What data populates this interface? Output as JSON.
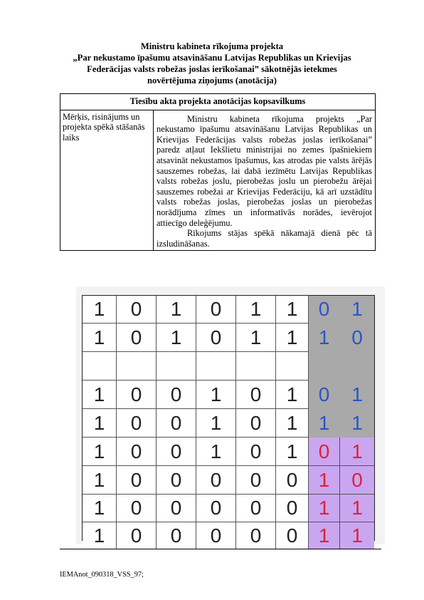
{
  "title_lines": [
    "Ministru kabineta rīkojuma projekta",
    "„Par nekustamo īpašumu atsavināšanu Latvijas Republikas un Krievijas",
    "Federācijas valsts robežas joslas ierīkošanai” sākotnējās ietekmes",
    "novērtējuma ziņojums (anotācija)"
  ],
  "table": {
    "header": "Tiesību akta projekta anotācijas kopsavilkums",
    "row_label": "Mērķis, risinājums un projekta spēkā stāšanās laiks",
    "paragraph_1": "Ministru kabineta rīkojuma projekts „Par nekustamo īpašumu atsavināšanu Latvijas Republikas un Krievijas Federācijas valsts robežas joslas ierīkošanai” paredz atļaut Iekšlietu ministrijai no zemes īpašniekiem atsavināt nekustamos īpašumus, kas atrodas pie valsts ārējās sauszemes robežas, lai dabā iezīmētu Latvijas Republikas valsts robežas joslu, pierobežas joslu un pierobežu ārējai sauszemes robežai ar Krievijas Federāciju, kā arī uzstādītu valsts robežas joslas, pierobežas joslas un pierobežas norādījuma zīmes un informatīvās norādes, ievērojot attiecīgo deleģējumu.",
    "paragraph_2": "Rīkojums stājas spēkā nākamajā dienā pēc tā izsludināšanas."
  },
  "grid": {
    "colors": {
      "gray": "#a9a9a9",
      "violet": "#caa6f0",
      "blue_digit": "#2a55c8",
      "red_digit": "#e0203a"
    },
    "rows": [
      {
        "cells": [
          "1",
          "0",
          "1",
          "0",
          "1",
          "1",
          "0",
          "1"
        ],
        "fills": [
          "white",
          "white",
          "white",
          "white",
          "white",
          "white",
          "gray",
          "gray"
        ]
      },
      {
        "cells": [
          "1",
          "0",
          "1",
          "0",
          "1",
          "1",
          "1",
          "0"
        ],
        "fills": [
          "white",
          "white",
          "white",
          "white",
          "white",
          "white",
          "gray",
          "gray"
        ]
      },
      {
        "cells": [
          "",
          "",
          "",
          "",
          "",
          "",
          "",
          ""
        ],
        "fills": [
          "white",
          "white",
          "white",
          "white",
          "white",
          "white",
          "gray",
          "gray"
        ]
      },
      {
        "cells": [
          "1",
          "0",
          "0",
          "1",
          "0",
          "1",
          "0",
          "1"
        ],
        "fills": [
          "white",
          "white",
          "white",
          "white",
          "white",
          "white",
          "gray",
          "gray"
        ]
      },
      {
        "cells": [
          "1",
          "0",
          "0",
          "1",
          "0",
          "1",
          "1",
          "1"
        ],
        "fills": [
          "white",
          "white",
          "white",
          "white",
          "white",
          "white",
          "gray",
          "gray"
        ]
      },
      {
        "cells": [
          "1",
          "0",
          "0",
          "1",
          "0",
          "1",
          "0",
          "1"
        ],
        "fills": [
          "white",
          "white",
          "white",
          "white",
          "white",
          "white",
          "violet",
          "violet"
        ]
      },
      {
        "cells": [
          "1",
          "0",
          "0",
          "0",
          "0",
          "0",
          "1",
          "0"
        ],
        "fills": [
          "white",
          "white",
          "white",
          "white",
          "white",
          "white",
          "violet",
          "violet"
        ]
      },
      {
        "cells": [
          "1",
          "0",
          "0",
          "0",
          "0",
          "0",
          "1",
          "1"
        ],
        "fills": [
          "white",
          "white",
          "white",
          "white",
          "white",
          "white",
          "violet",
          "violet"
        ]
      },
      {
        "cells": [
          "1",
          "0",
          "0",
          "0",
          "0",
          "0",
          "1",
          "1"
        ],
        "fills": [
          "white",
          "white",
          "white",
          "white",
          "white",
          "white",
          "violet",
          "violet"
        ]
      }
    ]
  },
  "footer": "IEMAnot_090318_VSS_97;"
}
